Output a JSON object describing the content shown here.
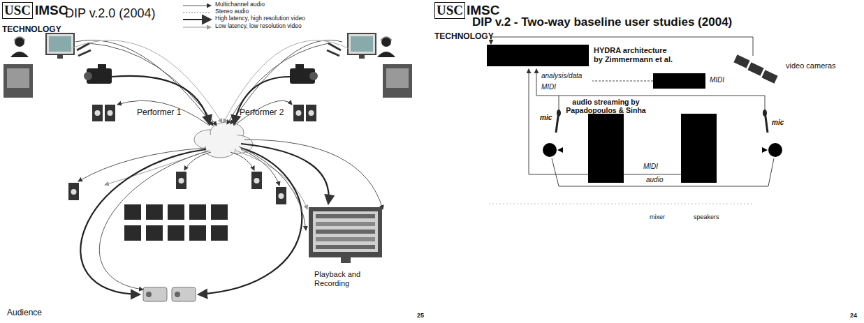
{
  "diagram": {
    "nodes": [
      {
        "text": [
          "Playback and Recording"
        ]
      },
      {
        "text": [
          "HYDRA architecture by Zimmermann et al."
        ]
      }
    ],
    "labels": [
      "USC",
      "IMSC",
      "DIP v.2.0 (2004)",
      "TECHNOLOGY",
      "Performer 1",
      "Performer 2",
      "Audience",
      "25",
      "USC",
      "IMSC",
      "DIP v.2 - Two-way baseline user studies (2004)",
      "TECHNOLOGY",
      "video cameras",
      "analysis/data",
      "MIDI",
      "MIDI",
      "audio streaming by Papadopoulos & Sinha",
      "mic",
      "mic",
      "MIDI",
      "audio",
      "mixer",
      "speakers",
      "24"
    ],
    "legend": [
      {
        "text": "Multichannel audio"
      },
      {
        "text": "Stereo audio"
      },
      {
        "text": "High latency, high resolution video"
      },
      {
        "text": "Low latency, low resolution video"
      }
    ]
  }
}
